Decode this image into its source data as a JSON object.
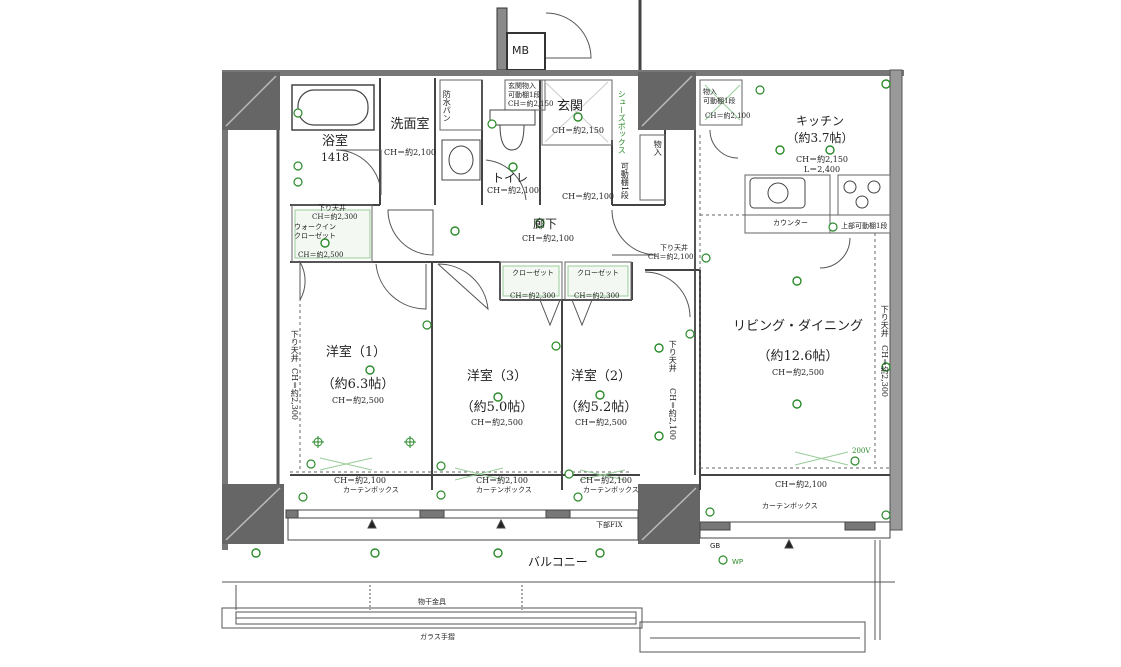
{
  "rooms": {
    "bath": {
      "name": "浴室",
      "size": "1418"
    },
    "washroom": {
      "name": "洗面室",
      "ch": "CH＝約2,100"
    },
    "toilet": {
      "name": "トイレ",
      "ch": "CH＝約2,100"
    },
    "entrance": {
      "name": "玄関",
      "ch": "CH＝約2,150"
    },
    "kitchen": {
      "name": "キッチン",
      "area": "（約3.7帖）",
      "ch": "CH＝約2,150",
      "l": "L＝2,400"
    },
    "hall": {
      "name": "廊下",
      "ch": "CH＝約2,100",
      "ch_upper": "CH＝約2,100"
    },
    "walkin": {
      "name": "ウォークイン",
      "name2": "クローゼット",
      "ceiling": "下り天井",
      "ch1": "CH＝約2,300",
      "ch2": "CH＝約2,500"
    },
    "western1": {
      "name": "洋室（1）",
      "area": "（約6.3帖）",
      "ch": "CH＝約2,500"
    },
    "western3": {
      "name": "洋室（3）",
      "area": "（約5.0帖）",
      "ch": "CH＝約2,500"
    },
    "western2": {
      "name": "洋室（2）",
      "area": "（約5.2帖）",
      "ch": "CH＝約2,500"
    },
    "living": {
      "name": "リビング・ダイニング",
      "area": "（約12.6帖）",
      "ch": "CH＝約2,500"
    }
  },
  "labels": {
    "mb": "MB",
    "closet": "クローゼット",
    "closet_ch": "CH＝約2,300",
    "counter": "カウンター",
    "upper_shelf": "上部可動棚1段",
    "movable_shelf": "物入",
    "movable_shelf2": "可動棚1段",
    "entrance_storage": "玄関物入",
    "entrance_storage2": "可動棚1段",
    "entrance_storage_ch": "CH＝約2,150",
    "shoe": "シューズボックス",
    "curtain_box": "カーテンボックス",
    "curtain_box_ch": "CH＝約2,100",
    "lower_ceiling": "下り天井",
    "lower_ceiling_ch": "CH＝約2,100",
    "ch_2300": "CH＝約2,300",
    "ch_2100": "CH＝約2,100",
    "lower_fix": "下部FIX",
    "balcony": "バルコニー",
    "drying": "物干金具",
    "glass_rail": "ガラス手摺",
    "gb": "GB",
    "wp": "WP",
    "v200": "200V",
    "ch_2100_lr": "CH＝約2,100",
    "dryer_storage": "可動棚1段",
    "wash_label": "防水パン"
  }
}
